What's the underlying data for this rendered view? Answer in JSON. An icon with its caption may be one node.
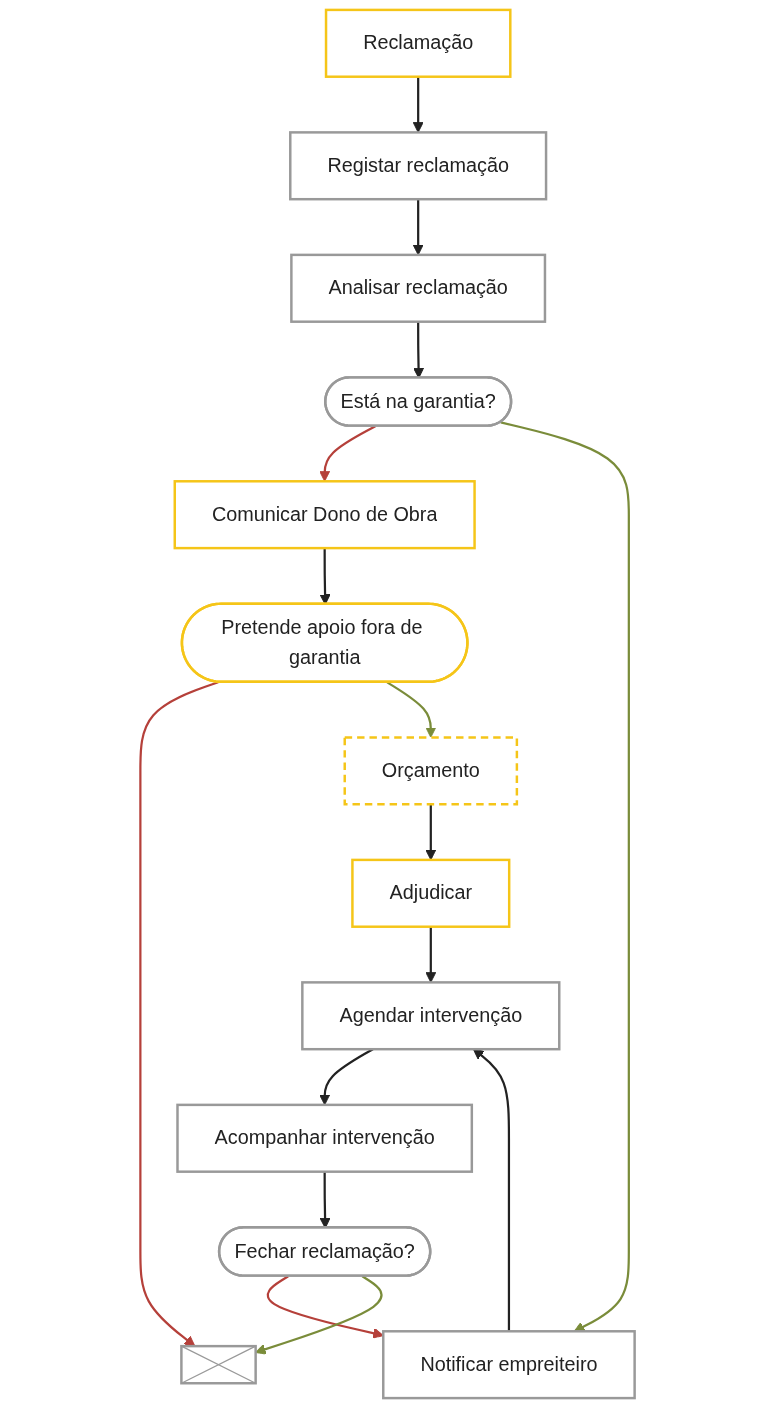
{
  "diagram": {
    "nodes": [
      {
        "text": [
          "Reclamação"
        ]
      },
      {
        "text": [
          "Registar reclamação"
        ]
      },
      {
        "text": [
          "Analisar reclamação"
        ]
      },
      {
        "text": [
          "Está na garantia?"
        ]
      },
      {
        "text": [
          "Comunicar Dono de Obra"
        ]
      },
      {
        "text": [
          "Pretende apoio fora de garantia"
        ]
      },
      {
        "text": [
          "Orçamento"
        ]
      },
      {
        "text": [
          "Adjudicar"
        ]
      },
      {
        "text": [
          "Notificar empreiteiro"
        ]
      },
      {
        "text": [
          "Agendar intervenção"
        ]
      },
      {
        "text": [
          "Acompanhar intervenção"
        ]
      },
      {
        "text": [
          "Fechar reclamação?"
        ]
      },
      {
        "text": [],
        "shape": "box"
      }
    ],
    "edges": [
      {
        "from": 0,
        "to": 1,
        "arrow": "to"
      },
      {
        "from": 1,
        "to": 2,
        "arrow": "to"
      },
      {
        "from": 2,
        "to": 3,
        "arrow": "to"
      },
      {
        "from": 3,
        "to": 4,
        "arrow": "to",
        "color": "#b5403a"
      },
      {
        "from": 4,
        "to": 5,
        "arrow": "to"
      },
      {
        "from": 5,
        "to": 12,
        "arrow": "to",
        "color": "#b5403a"
      },
      {
        "from": 3,
        "to": 8,
        "arrow": "to",
        "color": "#7a8c3a"
      },
      {
        "from": 5,
        "to": 6,
        "arrow": "to",
        "color": "#7a8c3a"
      },
      {
        "from": 6,
        "to": 7,
        "arrow": "to"
      },
      {
        "from": 7,
        "to": 9,
        "arrow": "to"
      },
      {
        "from": 8,
        "to": 9,
        "arrow": "to"
      },
      {
        "from": 9,
        "to": 10,
        "arrow": "to"
      },
      {
        "from": 10,
        "to": 11,
        "arrow": "to"
      },
      {
        "from": 11,
        "to": 8,
        "arrow": "to",
        "color": "#b5403a"
      },
      {
        "from": 11,
        "to": 12,
        "arrow": "to",
        "color": "#7a8c3a"
      }
    ]
  }
}
